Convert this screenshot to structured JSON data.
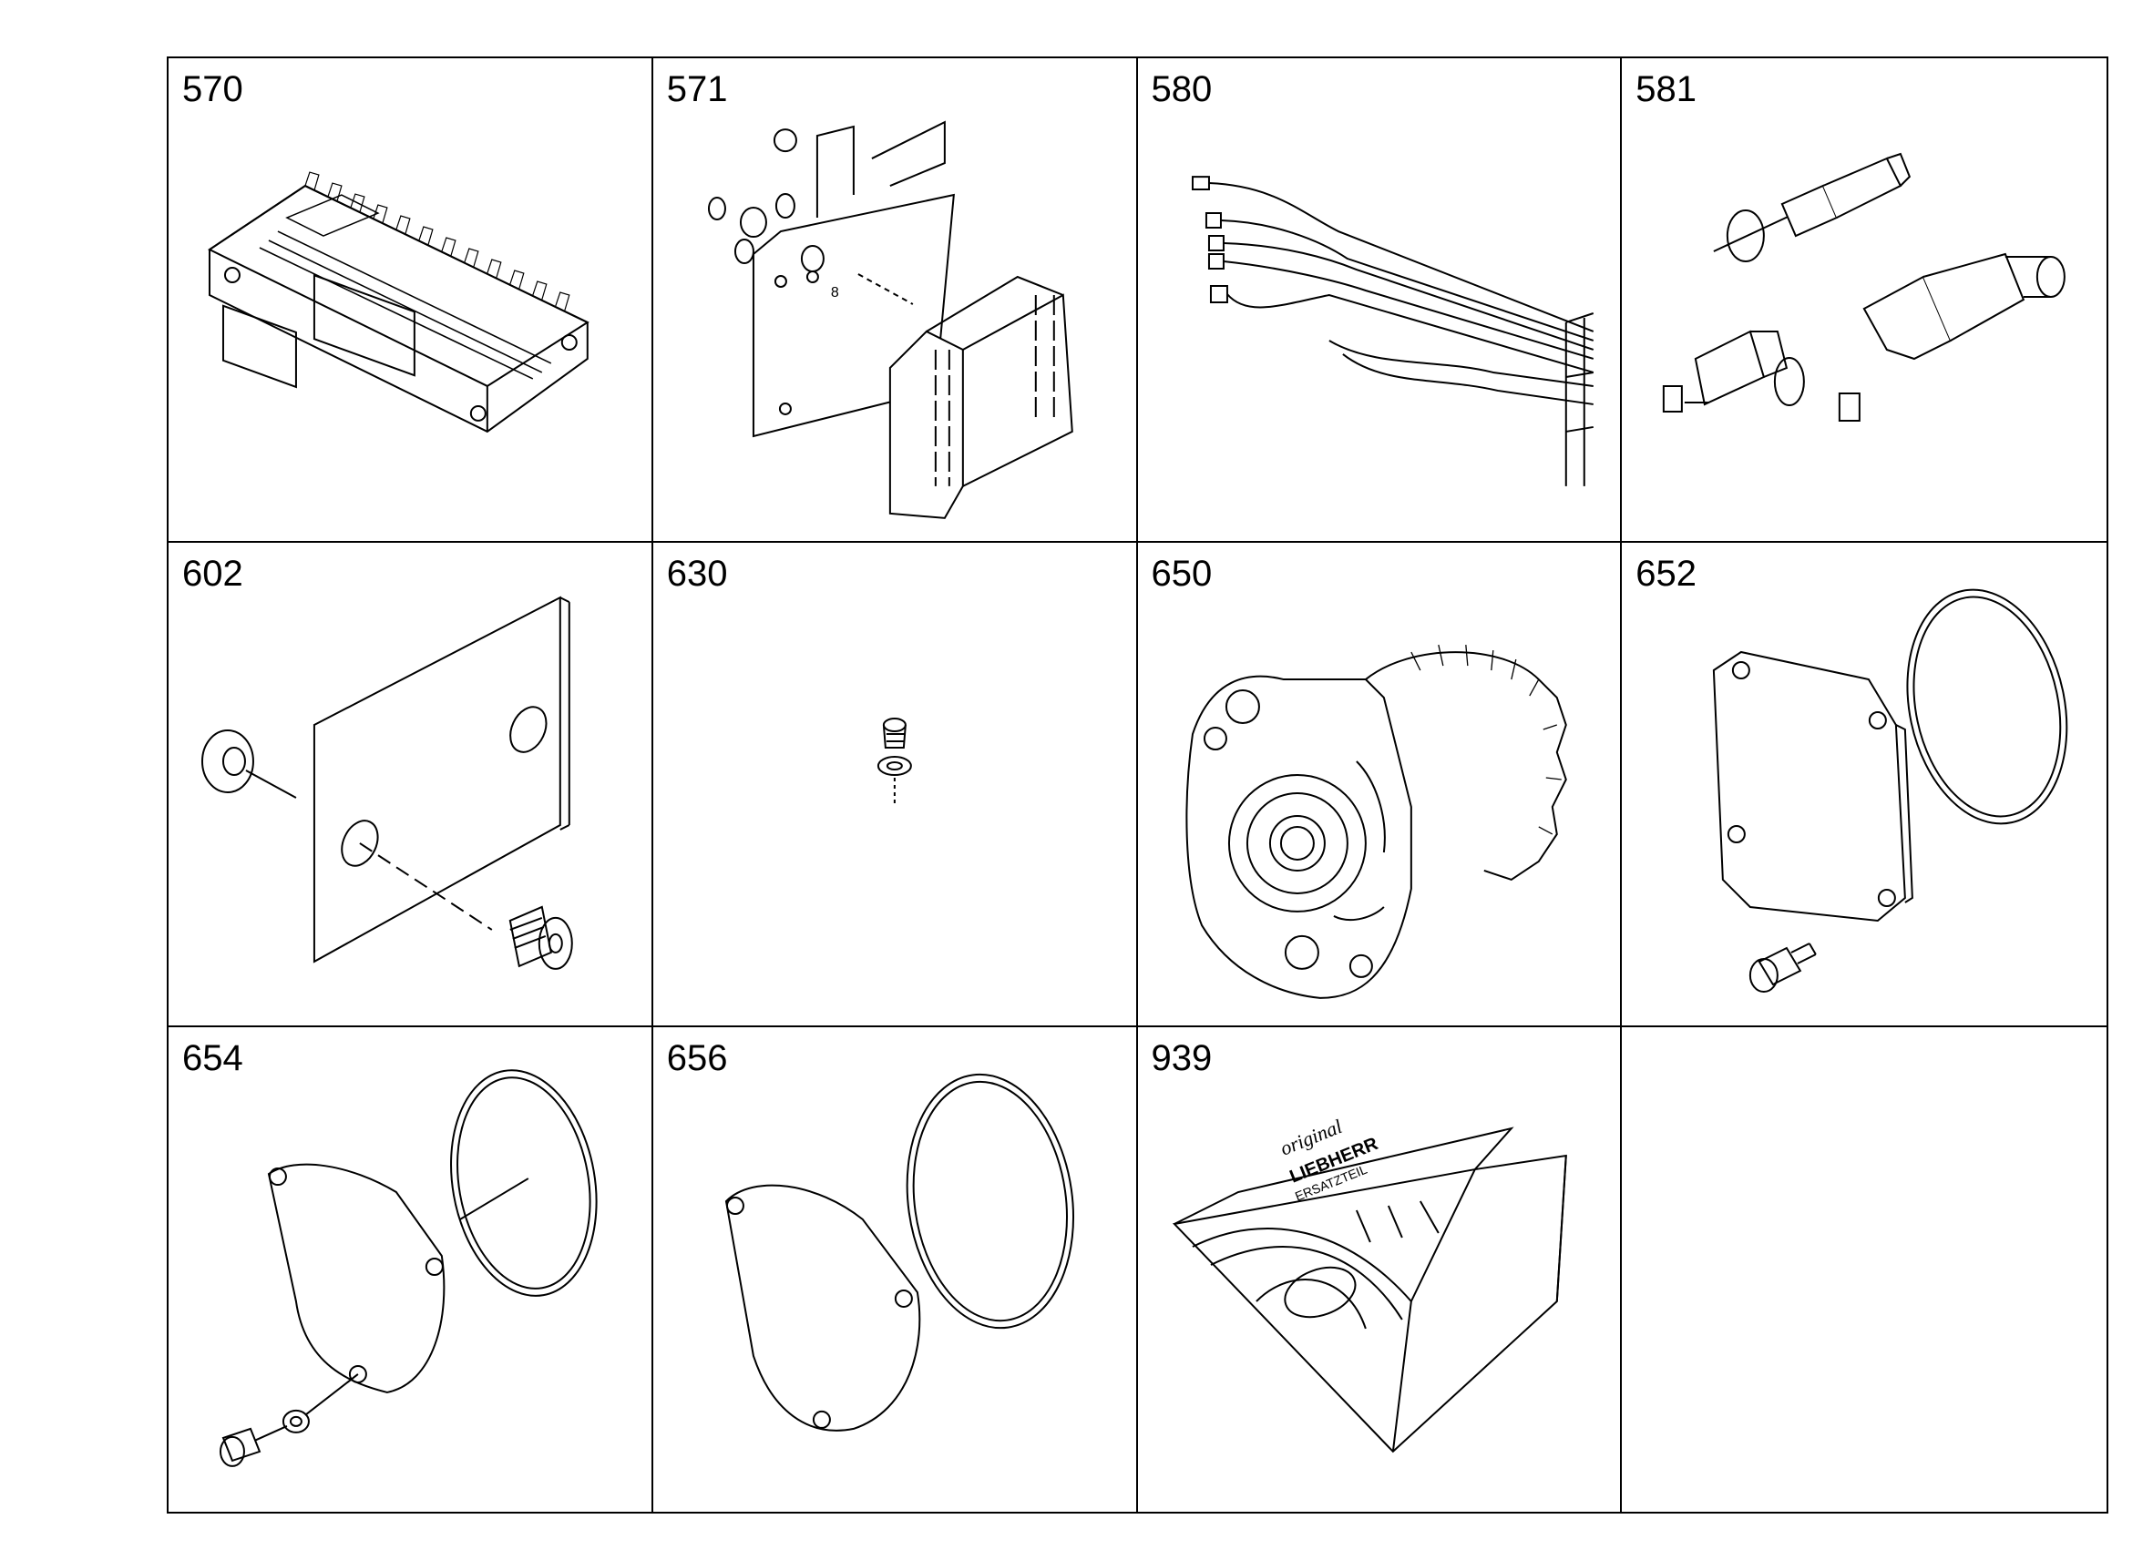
{
  "cells": [
    {
      "number": "570",
      "part": "electronic-control-unit"
    },
    {
      "number": "571",
      "part": "mounting-bracket-kit"
    },
    {
      "number": "580",
      "part": "wiring-harness"
    },
    {
      "number": "581",
      "part": "sensors"
    },
    {
      "number": "602",
      "part": "cover-plate"
    },
    {
      "number": "630",
      "part": "screw-plug"
    },
    {
      "number": "650",
      "part": "pump-assembly"
    },
    {
      "number": "652",
      "part": "cover-with-o-ring"
    },
    {
      "number": "654",
      "part": "cover-with-o-ring-and-bolt"
    },
    {
      "number": "656",
      "part": "cover-with-o-ring"
    },
    {
      "number": "939",
      "part": "spare-parts-package"
    },
    {
      "number": "",
      "part": "empty"
    }
  ],
  "package_label": {
    "line1": "original",
    "line2": "LIEBHERR",
    "line3": "ERSATZTEIL"
  },
  "callouts": {
    "bracket_item": "8"
  },
  "colors": {
    "line": "#000000",
    "background": "#ffffff"
  }
}
